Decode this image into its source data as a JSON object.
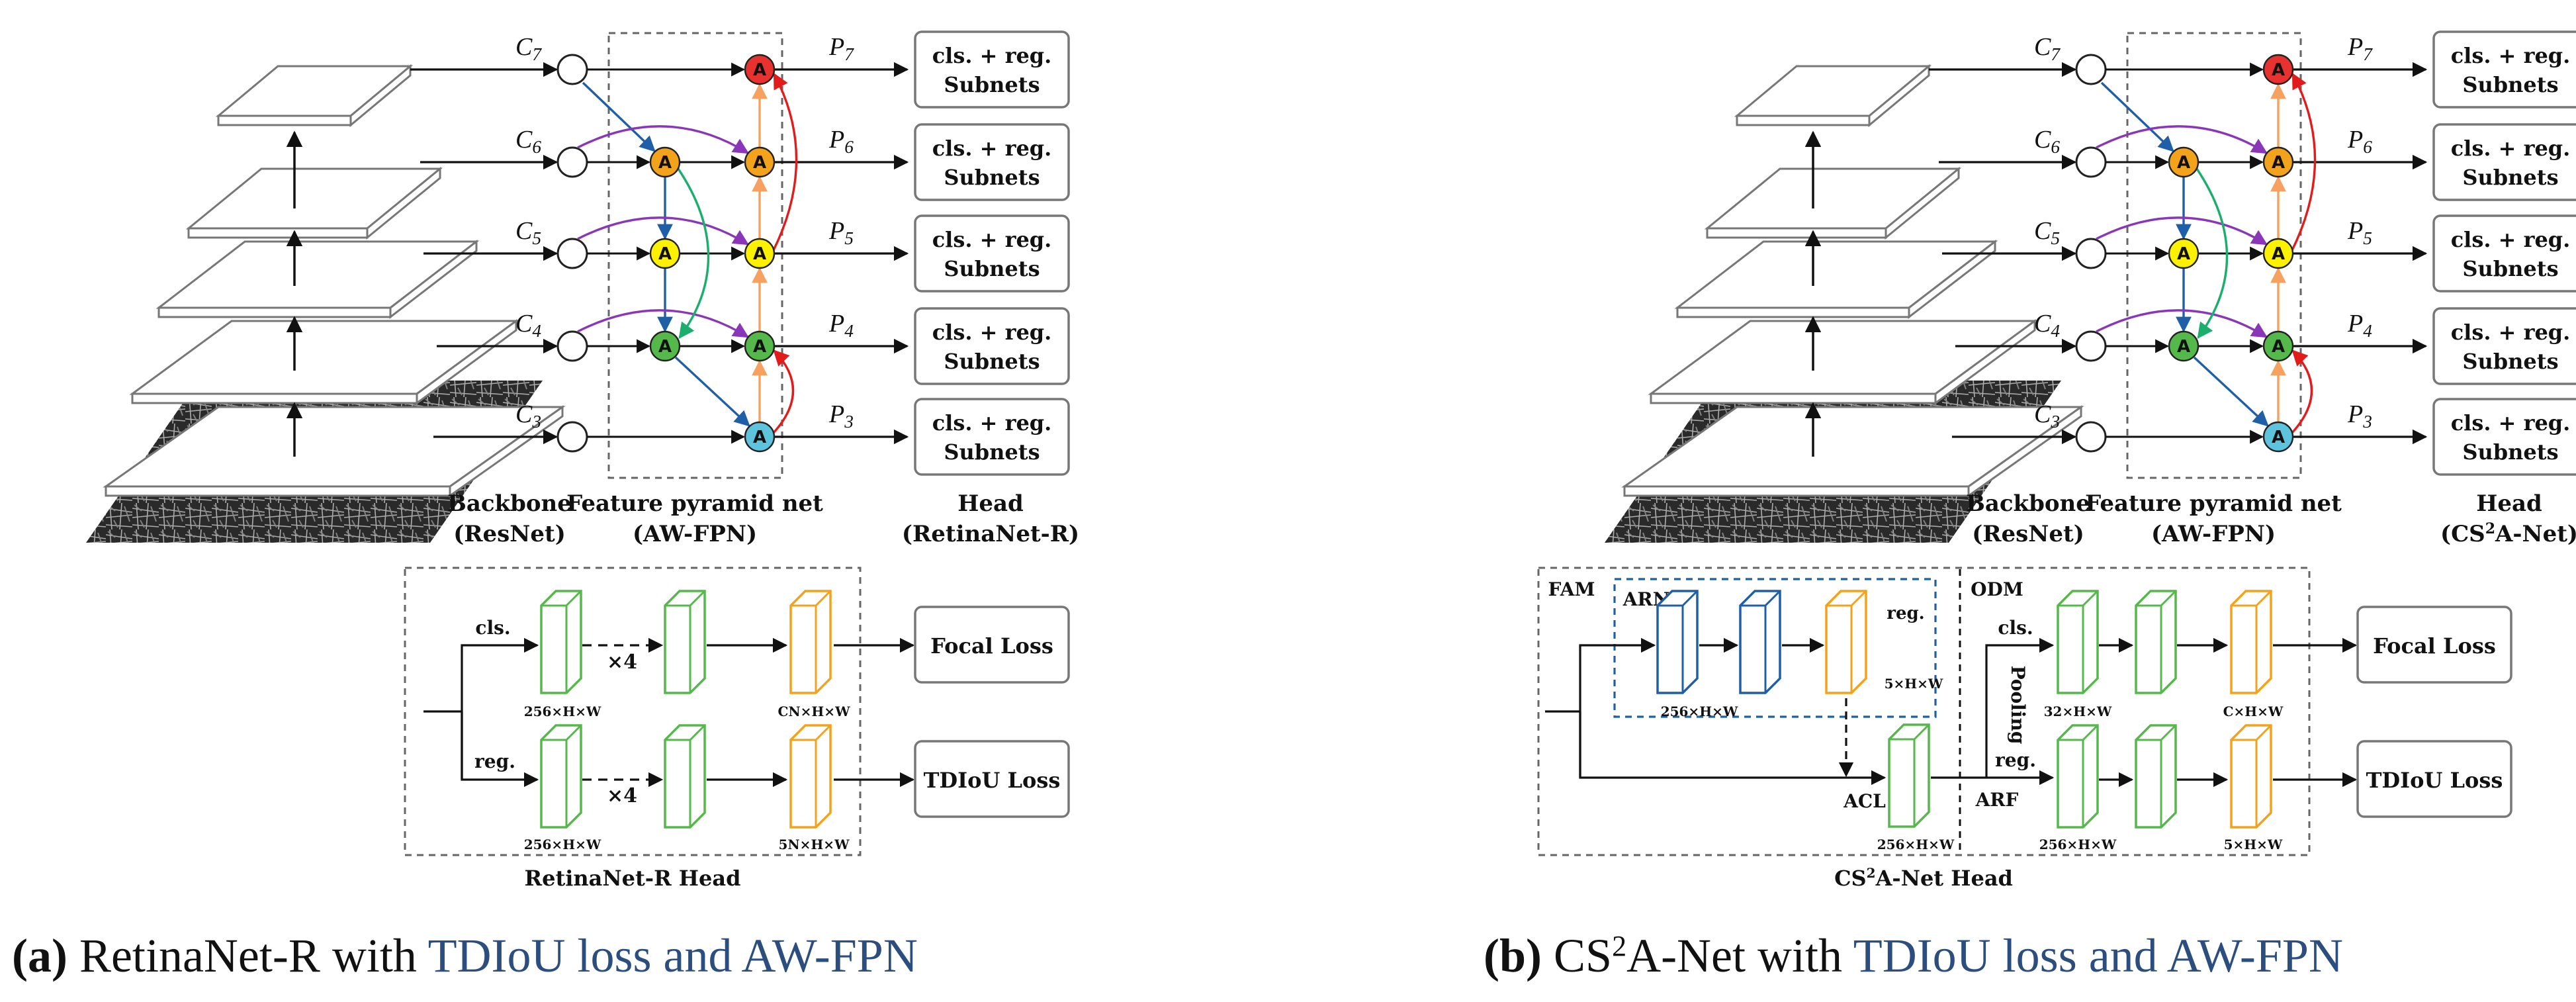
{
  "panel_a": {
    "c_labels": [
      "C",
      "C",
      "C",
      "C",
      "C"
    ],
    "c_subs": [
      "7",
      "6",
      "5",
      "4",
      "3"
    ],
    "p_labels": [
      "P",
      "P",
      "P",
      "P",
      "P"
    ],
    "p_subs": [
      "7",
      "6",
      "5",
      "4",
      "3"
    ],
    "node_letter": "A",
    "subnet_line1": "cls. + reg.",
    "subnet_line2": "Subnets",
    "backbone": [
      "Backbone",
      "(ResNet)"
    ],
    "fpn": [
      "Feature pyramid net",
      "(AW-FPN)"
    ],
    "head": [
      "Head",
      "(RetinaNet-R)"
    ],
    "head_box": {
      "title": "RetinaNet-R Head",
      "cls": "cls.",
      "reg": "reg.",
      "x4": "×4",
      "dim_in": "256×H×W",
      "dim_cls": "CN×H×W",
      "dim_reg": "5N×H×W",
      "focal": "Focal Loss",
      "tdiou": "TDIoU Loss"
    },
    "caption": {
      "letter": "(a)",
      "text": " RetinaNet-R with ",
      "tail": "TDIoU loss and AW-FPN"
    }
  },
  "panel_b": {
    "c_labels": [
      "C",
      "C",
      "C",
      "C",
      "C"
    ],
    "c_subs": [
      "7",
      "6",
      "5",
      "4",
      "3"
    ],
    "p_labels": [
      "P",
      "P",
      "P",
      "P",
      "P"
    ],
    "p_subs": [
      "7",
      "6",
      "5",
      "4",
      "3"
    ],
    "node_letter": "A",
    "subnet_line1": "cls. + reg.",
    "subnet_line2": "Subnets",
    "backbone": [
      "Backbone",
      "(ResNet)"
    ],
    "fpn": [
      "Feature pyramid net",
      "(AW-FPN)"
    ],
    "head_prefix": "(CS",
    "head_sup": "2",
    "head_suffix": "A-Net)",
    "head_title": "Head",
    "head_box": {
      "title_prefix": "CS",
      "title_sup": "2",
      "title_suffix": "A-Net Head",
      "fam": "FAM",
      "odm": "ODM",
      "arn": "ARN",
      "reg_small": "reg.",
      "dim_arn": "256×H×W",
      "dim_5": "5×H×W",
      "acl": "ACL",
      "dim_acl": "256×H×W",
      "pooling": "Pooling",
      "cls": "cls.",
      "reg": "reg.",
      "arf": "ARF",
      "dim_32": "32×H×W",
      "dim_c": "C×H×W",
      "dim_256": "256×H×W",
      "dim_5b": "5×H×W",
      "focal": "Focal Loss",
      "tdiou": "TDIoU Loss"
    },
    "caption": {
      "letter": "(b)",
      "pre": " CS",
      "sup": "2",
      "text": "A-Net with ",
      "tail": "TDIoU loss and AW-FPN"
    }
  },
  "colors": {
    "red": "#e8322f",
    "orange": "#f3a21b",
    "yellow": "#fbf100",
    "green": "#55b84a",
    "cyan": "#5ec3dc",
    "blue_arrow": "#1f5fa8",
    "purple": "#8a36b8",
    "green_arrow": "#1bae6c",
    "peach": "#f6a15f",
    "red_arrow": "#e21b1b",
    "caption_blue": "#2b4e7f"
  }
}
